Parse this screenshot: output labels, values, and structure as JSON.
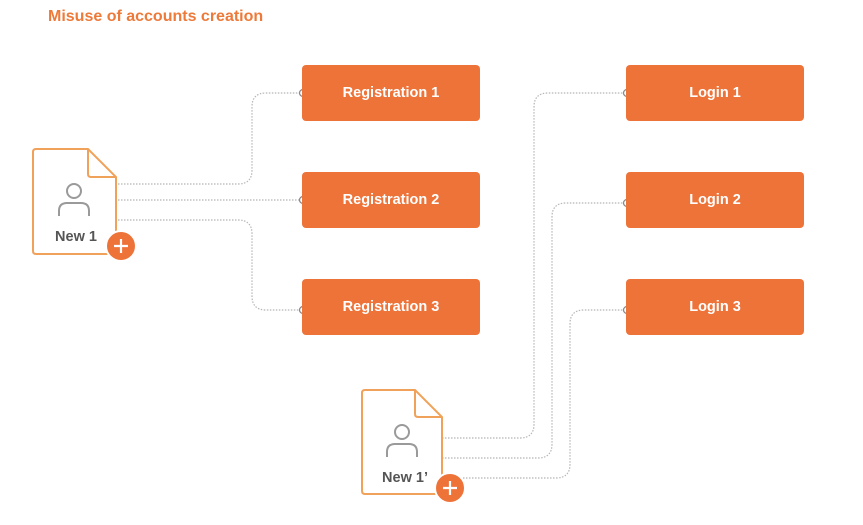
{
  "title": "Misuse of accounts creation",
  "registration_boxes": [
    "Registration 1",
    "Registration 2",
    "Registration 3"
  ],
  "login_boxes": [
    "Login 1",
    "Login 2",
    "Login 3"
  ],
  "accounts": [
    {
      "label": "New 1"
    },
    {
      "label": "New 1’"
    }
  ],
  "colors": {
    "accent": "#ee7339",
    "card_border": "#f0a25a",
    "connector": "#b0b0b0",
    "user_icon": "#9a9a9a",
    "text": "#555555"
  },
  "icons": [
    "user-icon",
    "plus-circle-icon",
    "document-card"
  ]
}
